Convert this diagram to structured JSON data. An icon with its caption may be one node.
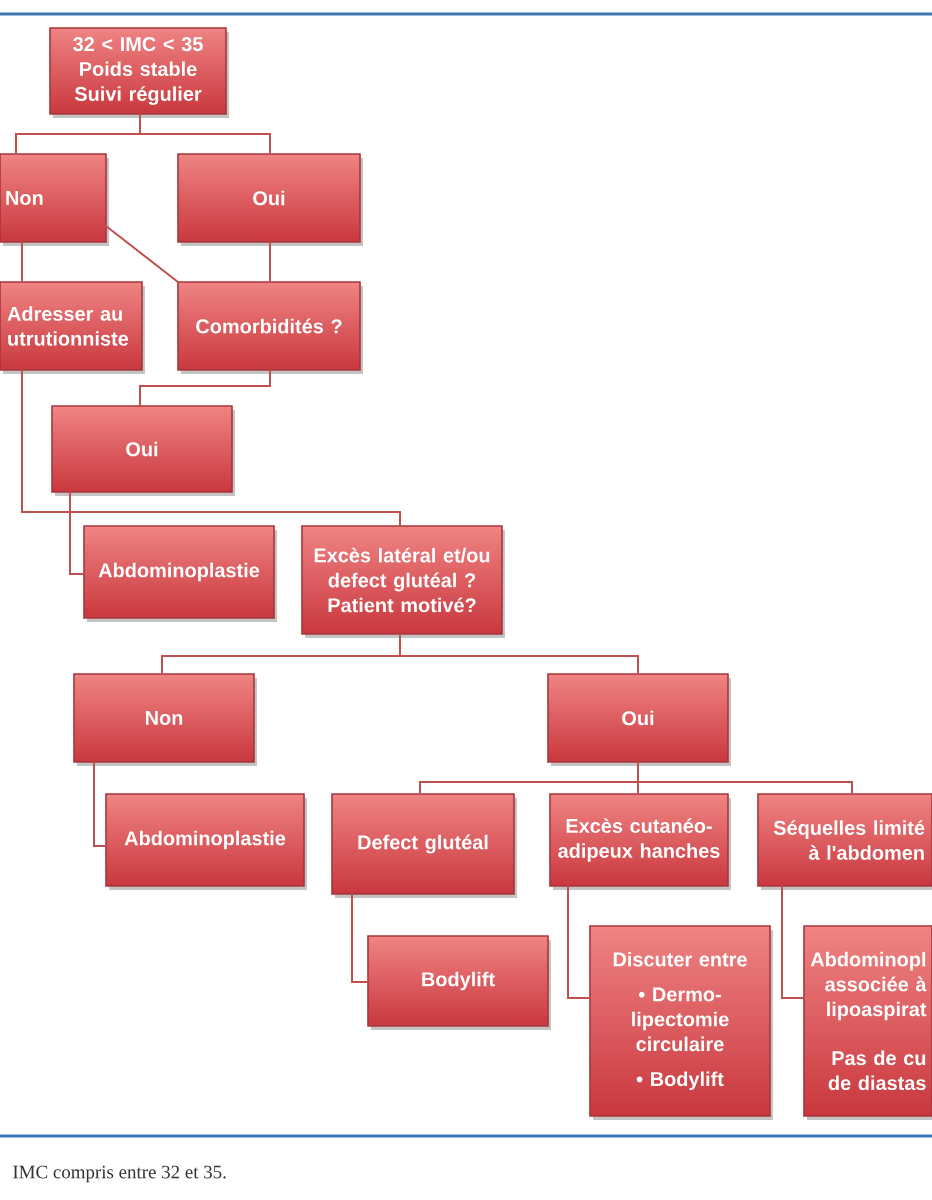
{
  "diagram": {
    "caption": "IMC compris entre 32 et 35.",
    "nodes": [
      {
        "text": [
          "32 < IMC < 35",
          "Poids stable",
          "Suivi régulier"
        ]
      },
      {
        "text": [
          "Non"
        ]
      },
      {
        "text": [
          "Oui"
        ]
      },
      {
        "text": [
          "Adresser au utrutionniste"
        ]
      },
      {
        "text": [
          "Comorbidités ?"
        ]
      },
      {
        "text": [
          "Oui"
        ]
      },
      {
        "text": [
          "Abdominoplastie"
        ]
      },
      {
        "text": [
          "Excès latéral et/ou defect glutéal ?",
          "Patient motivé?"
        ]
      },
      {
        "text": [
          "Non"
        ]
      },
      {
        "text": [
          "Oui"
        ]
      },
      {
        "text": [
          "Abdominoplastie"
        ]
      },
      {
        "text": [
          "Defect glutéal"
        ]
      },
      {
        "text": [
          "Excès cutanéo- adipeux hanches"
        ]
      },
      {
        "text": [
          "Séquelles limité à l'abdomen"
        ]
      },
      {
        "text": [
          "Bodylift"
        ]
      },
      {
        "text": [
          "Discuter entre",
          "• Dermo- lipectomie circulaire",
          "• Bodylift"
        ]
      },
      {
        "text": [
          "Abdominopl associée à lipoaspirat",
          "Pas de cu de diastas"
        ]
      }
    ],
    "edges": [
      {
        "from": 0,
        "to": 1,
        "arrow": "none"
      },
      {
        "from": 0,
        "to": 2,
        "arrow": "none"
      },
      {
        "from": 1,
        "to": 3,
        "arrow": "none"
      },
      {
        "from": 1,
        "to": 4,
        "arrow": "none"
      },
      {
        "from": 2,
        "to": 4,
        "arrow": "none"
      },
      {
        "from": 4,
        "to": 5,
        "arrow": "none"
      },
      {
        "from": 3,
        "to": 7,
        "arrow": "none"
      },
      {
        "from": 5,
        "to": 6,
        "arrow": "none"
      },
      {
        "from": 7,
        "to": 8,
        "arrow": "none"
      },
      {
        "from": 7,
        "to": 9,
        "arrow": "none"
      },
      {
        "from": 8,
        "to": 10,
        "arrow": "none"
      },
      {
        "from": 9,
        "to": 11,
        "arrow": "none"
      },
      {
        "from": 9,
        "to": 12,
        "arrow": "none"
      },
      {
        "from": 9,
        "to": 13,
        "arrow": "none"
      },
      {
        "from": 11,
        "to": 14,
        "arrow": "none"
      },
      {
        "from": 12,
        "to": 15,
        "arrow": "none"
      },
      {
        "from": 13,
        "to": 16,
        "arrow": "none"
      }
    ]
  }
}
